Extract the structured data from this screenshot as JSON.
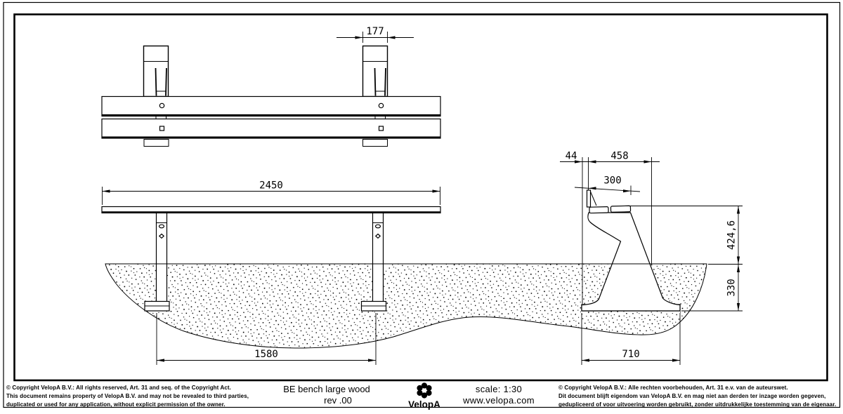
{
  "title_block": {
    "product": "BE bench large wood",
    "revision": "rev .00",
    "brand": "VelopA",
    "scale": "scale: 1:30",
    "website": "www.velopa.com",
    "copyright_en": [
      "© Copyright VelopA B.V.: All rights reserved, Art. 31 and seq. of the Copyright Act.",
      "This document remains property of VelopA B.V. and may not be revealed to third parties,",
      "duplicated or used for any application, without explicit permission of the owner."
    ],
    "copyright_nl": [
      "© Copyright VelopA B.V.: Alle rechten voorbehouden, Art. 31 e.v. van de auteurswet.",
      "Dit document blijft eigendom van VelopA B.V. en mag niet aan derden ter inzage worden gegeven,",
      "gedupliceerd of voor uitvoering worden gebruikt, zonder uitdrukkelijke toestemming van de eigenaar."
    ]
  },
  "dimensions": {
    "post_width": "177",
    "bench_length": "2450",
    "leg_spacing": "1580",
    "back_overhang": "44",
    "seat_total_depth": "458",
    "seat_depth": "300",
    "seat_height": "424,6",
    "foundation_depth": "330",
    "base_length": "710"
  },
  "colors": {
    "line": "#000000",
    "paper": "#ffffff"
  }
}
